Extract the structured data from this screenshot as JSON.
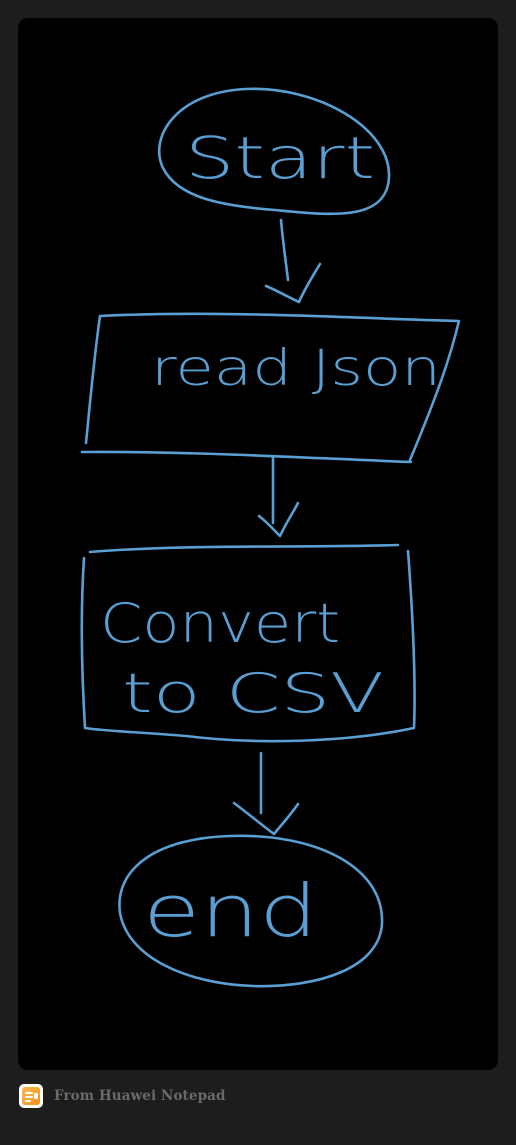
{
  "note": {
    "start_label": "Start",
    "step1_label": "read Json",
    "step2_line1": "Convert",
    "step2_line2": "to CSV",
    "end_label": "end"
  },
  "footer": {
    "icon": "notepad-app-icon",
    "source_text": "From Huawei Notepad"
  },
  "colors": {
    "background": "#1d1d1d",
    "canvas": "#000000",
    "ink": "#5a9fd4",
    "footer_text": "#6a6a6a"
  }
}
